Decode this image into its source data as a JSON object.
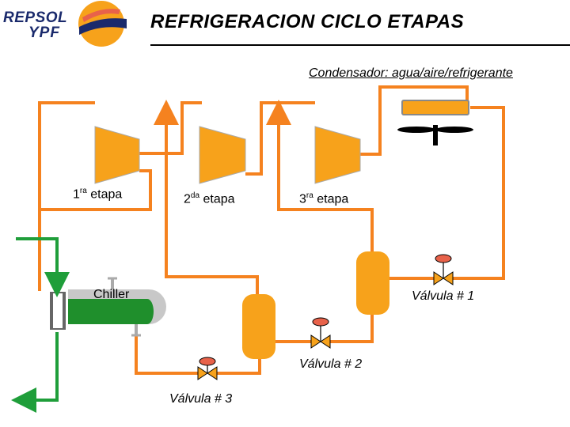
{
  "header": {
    "title": "REFRIGERACION CICLO ETAPAS",
    "logo_line1": "REPSOL",
    "logo_line2": "YPF"
  },
  "labels": {
    "condenser": "Condensador: agua/aire/refrigerante",
    "stage1_num": "1",
    "stage1_sup": "ra",
    "stage1_word": " etapa",
    "stage2_num": "2",
    "stage2_sup": "da",
    "stage2_word": " etapa",
    "stage3_num": "3",
    "stage3_sup": "ra",
    "stage3_word": " etapa",
    "chiller": "Chiller",
    "valve1": "Válvula # 1",
    "valve2": "Válvula # 2",
    "valve3": "Válvula # 3"
  },
  "colors": {
    "pipe": "#f5821f",
    "equipment": "#f7a21b",
    "process_line": "#1f9e3a",
    "chiller_fill": "#1f8f2c",
    "chiller_shell": "#c8c8c8",
    "valve_cap": "#e8624a"
  }
}
